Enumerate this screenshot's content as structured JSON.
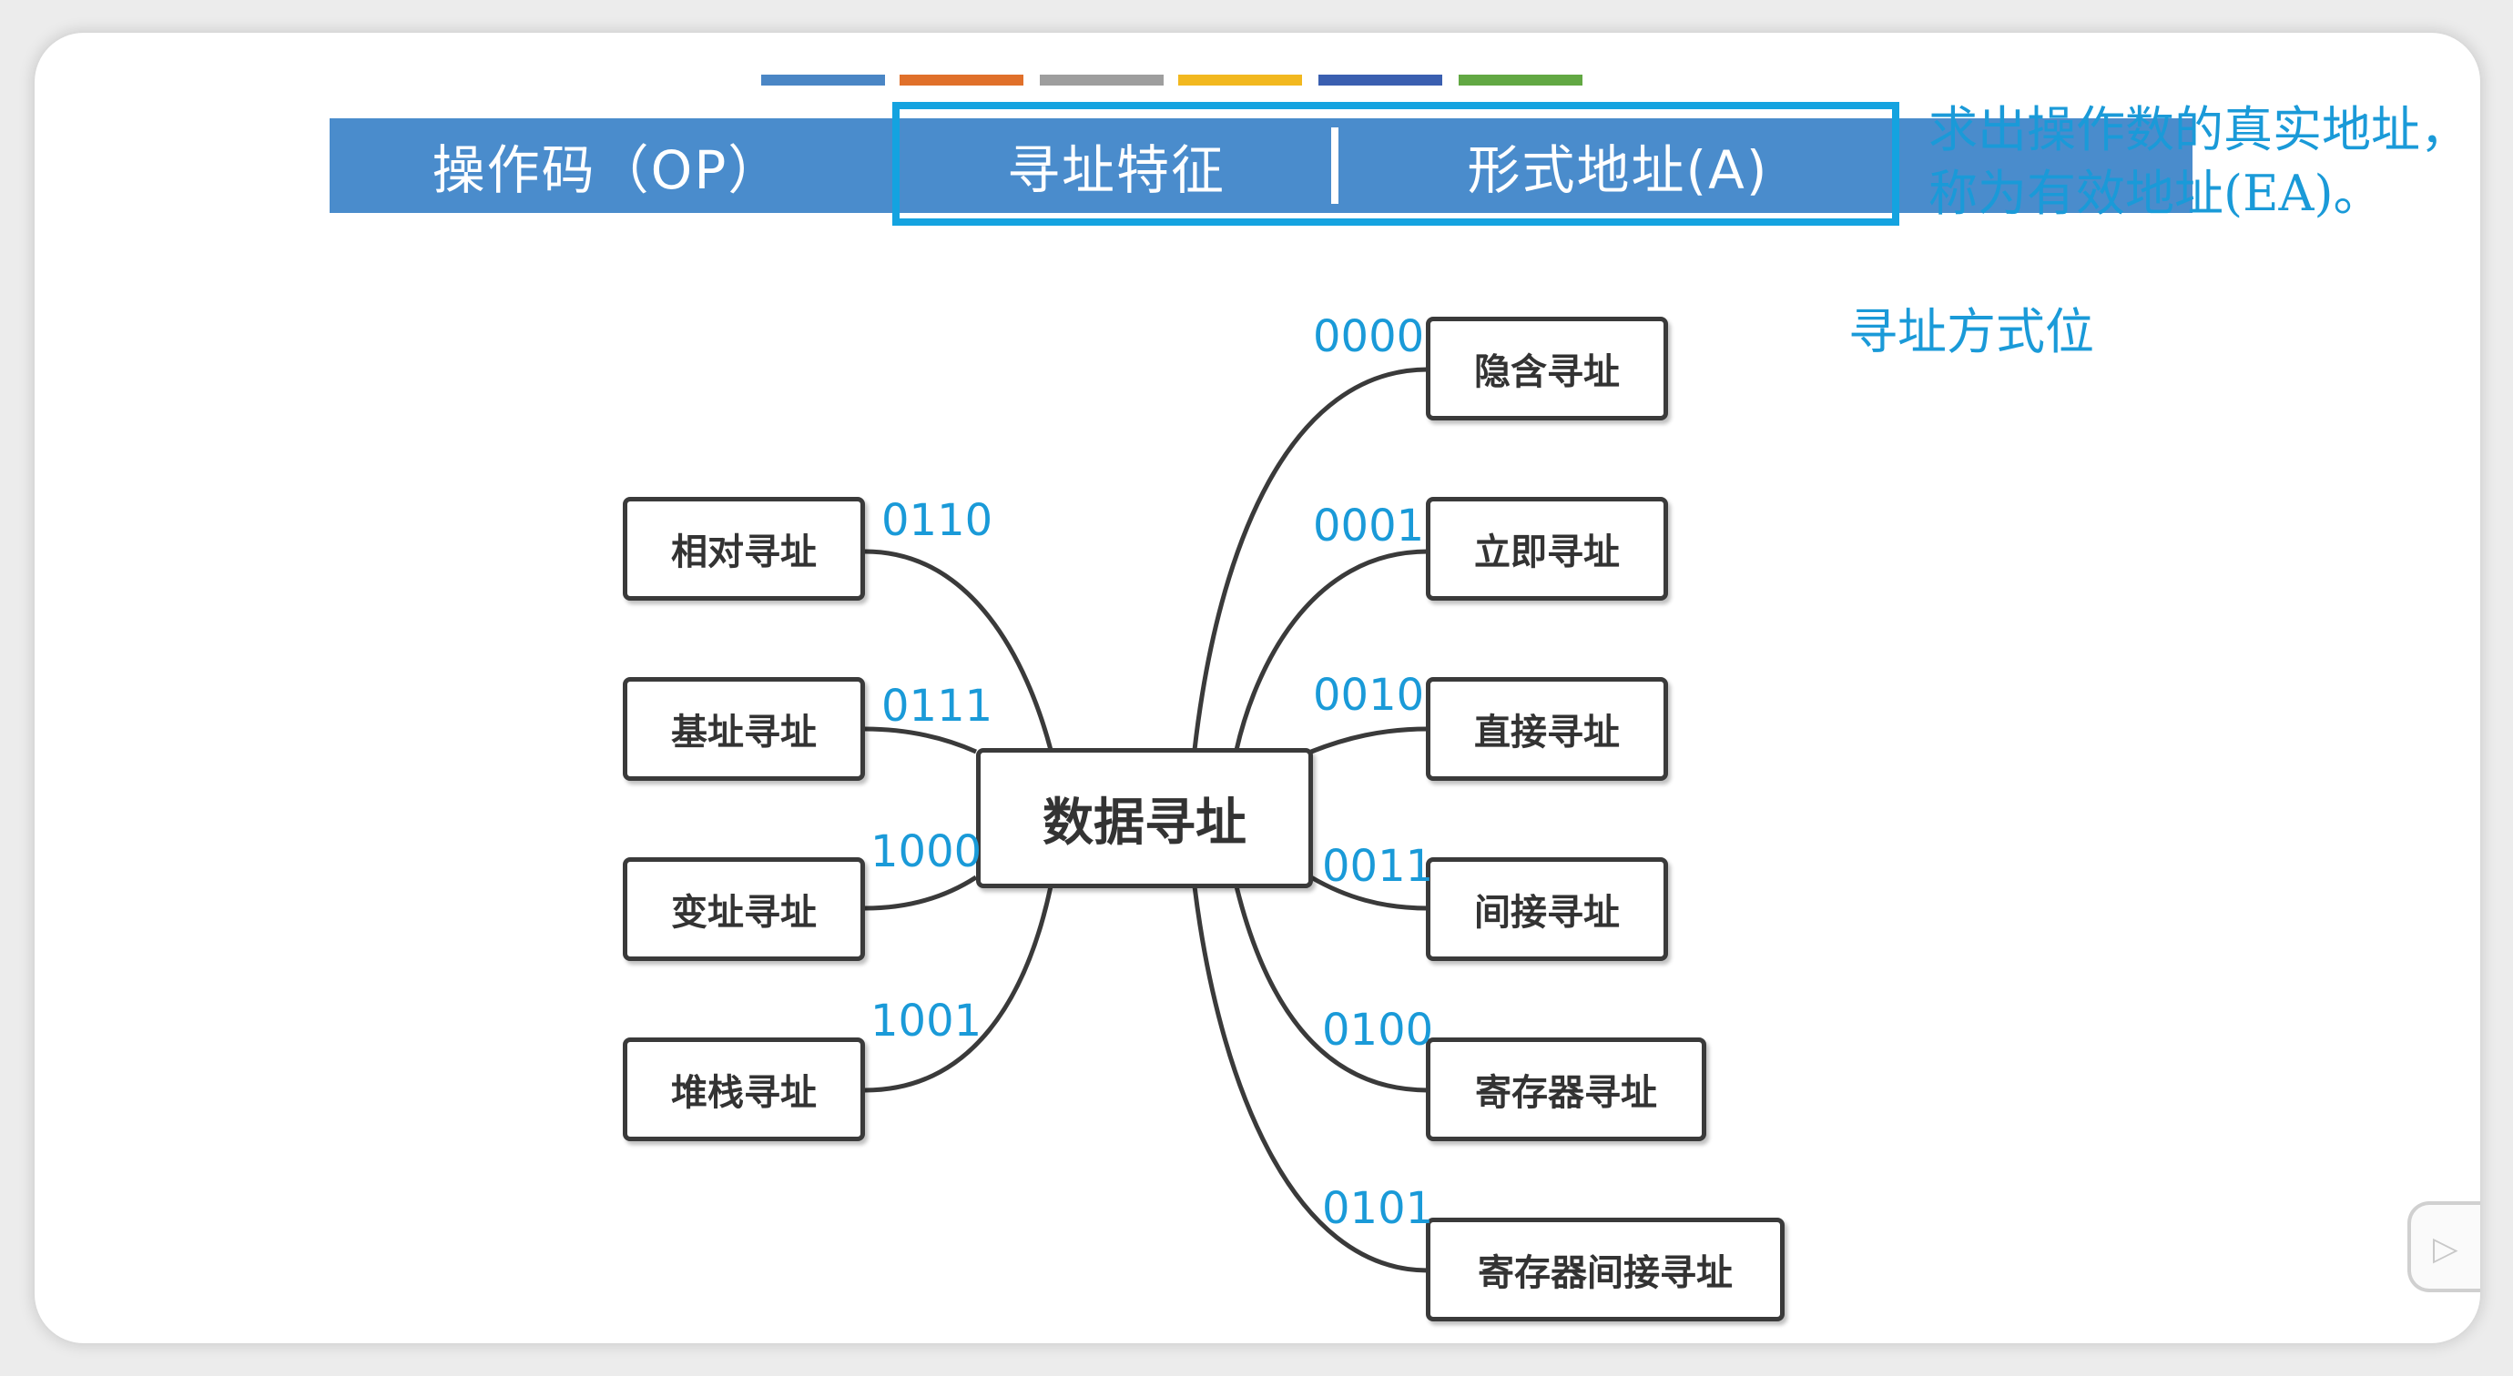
{
  "instruction": {
    "opcode": "操作码（OP）",
    "mode": "寻址特征",
    "address": "形式地址(A)"
  },
  "notes": {
    "effective_address_line1": "求出操作数的真实地址，",
    "effective_address_line2": "称为有效地址(EA)。",
    "mode_bits": "寻址方式位"
  },
  "stripe_colors": [
    "#4a86c5",
    "#e0702a",
    "#9e9e9e",
    "#f2b81f",
    "#3a5fb0",
    "#62a843"
  ],
  "colors": {
    "accent": "#1a9ad8",
    "bar": "#4a8ccc",
    "node_border": "#3a3a3a"
  },
  "mindmap": {
    "center": "数据寻址",
    "right": [
      {
        "code": "0000",
        "label": "隐含寻址"
      },
      {
        "code": "0001",
        "label": "立即寻址"
      },
      {
        "code": "0010",
        "label": "直接寻址"
      },
      {
        "code": "0011",
        "label": "间接寻址"
      },
      {
        "code": "0100",
        "label": "寄存器寻址"
      },
      {
        "code": "0101",
        "label": "寄存器间接寻址"
      }
    ],
    "left": [
      {
        "code": "0110",
        "label": "相对寻址"
      },
      {
        "code": "0111",
        "label": "基址寻址"
      },
      {
        "code": "1000",
        "label": "变址寻址"
      },
      {
        "code": "1001",
        "label": "堆栈寻址"
      }
    ]
  },
  "corner_icon": "tv-icon"
}
